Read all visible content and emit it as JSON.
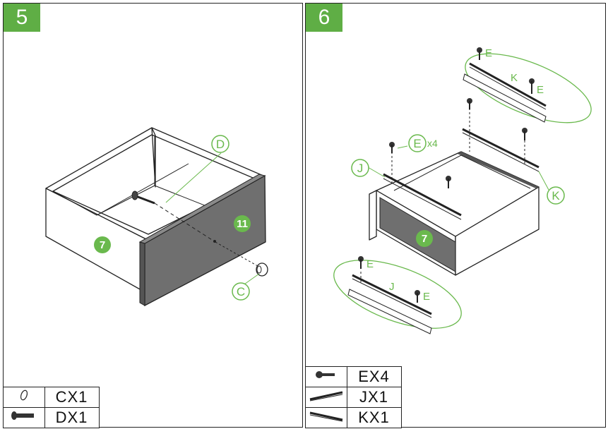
{
  "steps": [
    {
      "number": "5",
      "callouts": {
        "d": "D",
        "c": "C",
        "part11": "11",
        "part7": "7"
      },
      "parts": [
        {
          "icon": "cam-dowel-icon",
          "qty": "CX1"
        },
        {
          "icon": "cam-bolt-icon",
          "qty": "DX1"
        }
      ]
    },
    {
      "number": "6",
      "callouts": {
        "e_main": "E",
        "e_count": "x4",
        "j": "J",
        "k": "K",
        "part7": "7",
        "detail_top_e1": "E",
        "detail_top_k": "K",
        "detail_top_e2": "E",
        "detail_bottom_e1": "E",
        "detail_bottom_j": "J",
        "detail_bottom_e2": "E"
      },
      "parts": [
        {
          "icon": "screw-icon",
          "qty": "EX4"
        },
        {
          "icon": "drawer-rail-j-icon",
          "qty": "JX1"
        },
        {
          "icon": "drawer-rail-k-icon",
          "qty": "KX1"
        }
      ]
    }
  ],
  "colors": {
    "accent_green": "#5fae45",
    "panel_gray": "#6f6f6f",
    "outline": "#222222"
  }
}
